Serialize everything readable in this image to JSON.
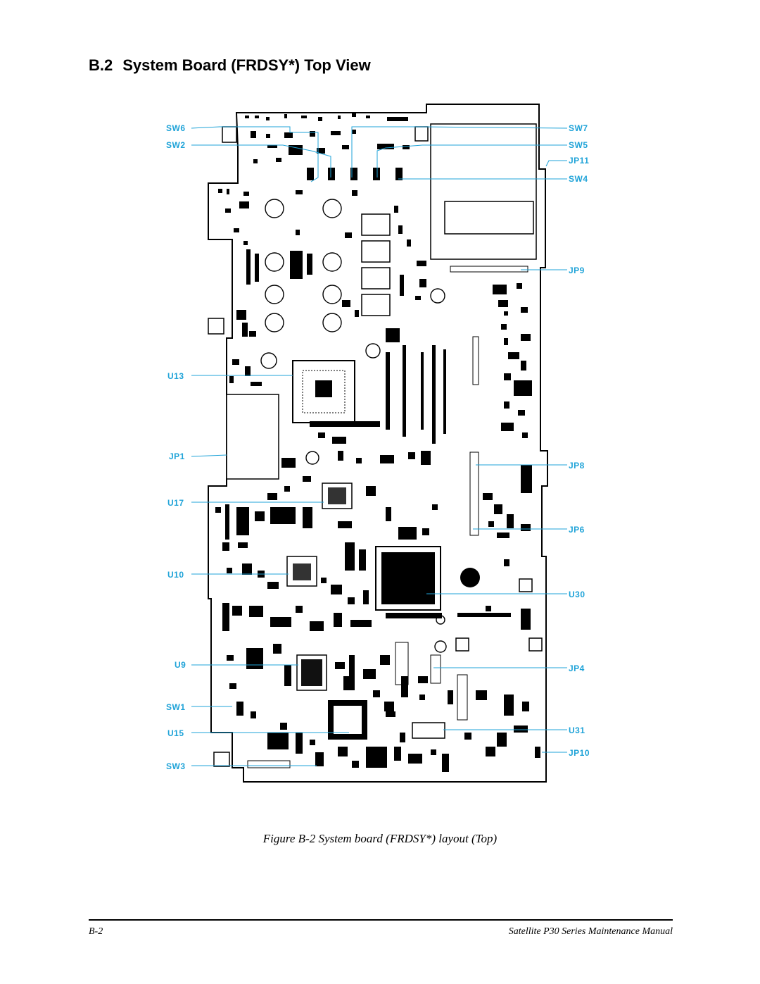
{
  "section": {
    "number": "B.2",
    "title": "System Board (FRDSY*) Top View"
  },
  "figure": {
    "caption": "Figure B-2  System board (FRDSY*) layout (Top)",
    "callout_color": "#1fa3d8",
    "left_callouts": [
      "SW6",
      "SW2",
      "U13",
      "JP1",
      "U17",
      "U10",
      "U9",
      "SW1",
      "U15",
      "SW3"
    ],
    "right_callouts": [
      "SW7",
      "SW5",
      "JP11",
      "SW4",
      "JP9",
      "JP8",
      "JP6",
      "U30",
      "JP4",
      "U31",
      "JP10"
    ]
  },
  "footer": {
    "page": "B-2",
    "manual": "Satellite P30 Series Maintenance Manual"
  }
}
